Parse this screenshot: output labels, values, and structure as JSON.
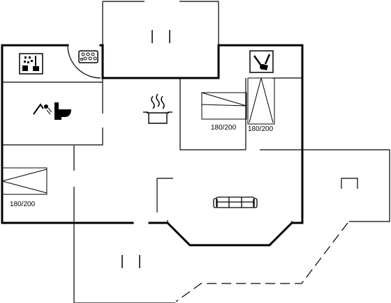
{
  "plan": {
    "bed_labels": [
      "180/200",
      "180/200",
      "180/200"
    ],
    "icons": [
      "washing-machine-icon",
      "dishwasher-icon",
      "sauna-icon",
      "shower-icon",
      "toilet-icon",
      "cooking-pot-icon",
      "sofa-icon",
      "tools-icon"
    ],
    "colors": {
      "line": "#000000",
      "background": "#ffffff"
    }
  }
}
